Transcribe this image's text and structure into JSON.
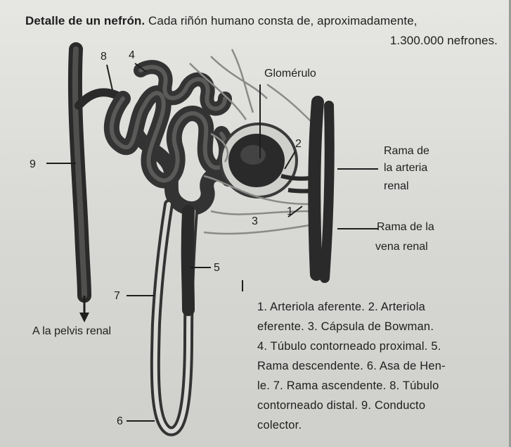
{
  "title": {
    "bold": "Detalle de un nefrón.",
    "rest": " Cada riñón humano consta de, aproximadamente,",
    "cont": "1.300.000 nefrones."
  },
  "labels": {
    "n8": "8",
    "n4": "4",
    "glomerulo": "Glomérulo",
    "n2": "2",
    "rama_arteria_1": "Rama de",
    "rama_arteria_2": "la arteria",
    "rama_arteria_3": "renal",
    "n9": "9",
    "n1": "1",
    "n3": "3",
    "rama_vena_1": "Rama de la",
    "rama_vena_2": "vena renal",
    "n5": "5",
    "n7": "7",
    "pelvis": "A la pelvis renal",
    "n6": "6"
  },
  "legend": {
    "l1": "1. Arteriola aferente. 2. Arteriola",
    "l2": "eferente. 3. Cápsula de Bowman.",
    "l3": "4. Túbulo contorneado proximal. 5.",
    "l4": "Rama descendente. 6. Asa de Hen-",
    "l5": "le. 7. Rama ascendente. 8. Túbulo",
    "l6": "contorneado distal. 9. Conducto",
    "l7": "colector."
  },
  "colors": {
    "ink": "#1e1e1e",
    "tubule": "#3a3a3a",
    "vessel": "#2a2a2a",
    "capillary": "#8a8a88"
  }
}
